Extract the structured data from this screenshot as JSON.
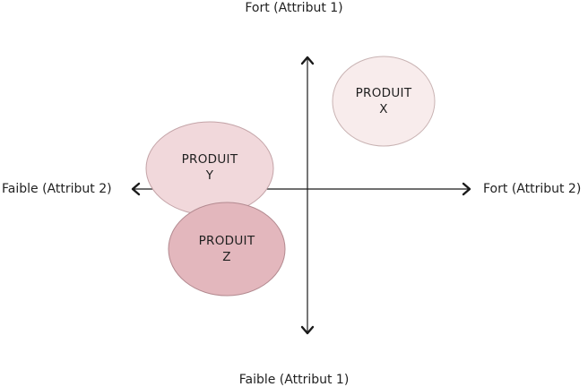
{
  "axis_labels": {
    "top": "Fort (Attribut 1)",
    "bottom": "Faible (Attribut 1)",
    "left": "Faible (Attribut 2)",
    "right": "Fort (Attribut 2)"
  },
  "products": [
    {
      "id": "x",
      "line1": "PRODUIT",
      "line2": "X",
      "fill": "#f8ecec",
      "stroke": "#c9b3b3"
    },
    {
      "id": "y",
      "line1": "PRODUIT",
      "line2": "Y",
      "fill": "#f1d8db",
      "stroke": "#c4a4a8"
    },
    {
      "id": "z",
      "line1": "PRODUIT",
      "line2": "Z",
      "fill": "#e3b7bd",
      "stroke": "#b38a90"
    }
  ],
  "colors": {
    "axis": "#1a1a1a"
  }
}
